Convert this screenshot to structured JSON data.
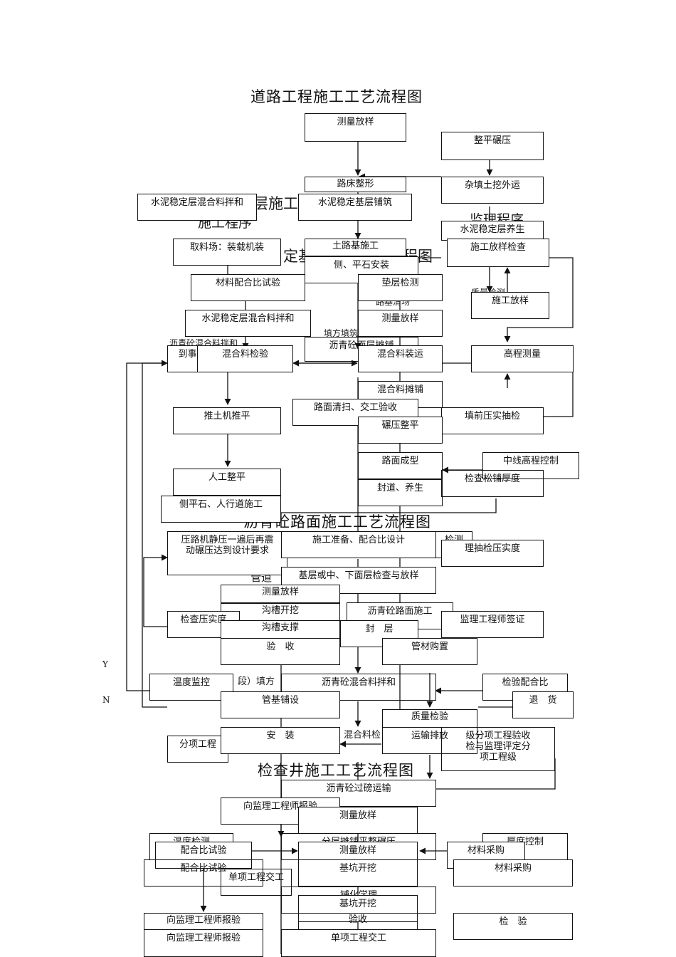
{
  "titles": {
    "road": "道路工程施工工艺流程图",
    "asphalt": "沥青砼路面施工工艺流程图",
    "well": "检查井施工工艺流程图"
  },
  "ghost_text": [
    "层施工工艺流程图",
    "施工程序",
    "监理程序",
    "定基层施工工艺流程图",
    "沥青砼混合料拌和",
    "质量检测",
    "路基清场",
    "填方填筑",
    "管道",
    "段）填方",
    "混合料检"
  ],
  "side_labels": {
    "yes": "Y",
    "no": "N"
  },
  "boxes": {
    "b1": "测量放样",
    "b2": "整平碾压",
    "b3": "路床整形",
    "b4": "杂填土挖外运",
    "b5": "水泥稳定层混合料拌和",
    "b6": "水泥稳定基层铺筑",
    "b7": "水泥稳定层养生",
    "b8": "取料场：装载机装",
    "b9": "土路基施工",
    "b10": "施工放样检查",
    "b11": "侧、平石安装",
    "b12": "材料配合比试验",
    "b13": "垫层检测",
    "b14": "施工放样",
    "b15": "水泥稳定层混合料拌和",
    "b16": "测量放样",
    "b17": "沥青砼面层摊铺",
    "b18": "到事",
    "b19": "混合料检验",
    "b20": "混合料装运",
    "b21": "高程测量",
    "b22": "混合料摊铺",
    "b23": "推土机推平",
    "b24": "路面清扫、交工验收",
    "b25": "填前压实抽检",
    "b26": "碾压整平",
    "b27": "路面成型",
    "b28": "中线高程控制",
    "b29": "封道、养生",
    "b30": "检查松铺厚度",
    "b31": "人工整平",
    "b32": "侧平石、人行道施工",
    "b33": "压路机静压一遍后再震\n动碾压达到设计要求",
    "b34": "施工准备、配合比设计",
    "b35": "检测",
    "b36": "理抽检压实度",
    "b37": "基层或中、下面层检查与放样",
    "b38": "测量放样",
    "b39": "沟槽开挖",
    "b40": "沥青砼路面施工",
    "b41": "检查压实度",
    "b42": "沟槽支撑",
    "b43": "封　层",
    "b44": "监理工程师签证",
    "b45": "验　收",
    "b46": "管材购置",
    "b47": "温度监控",
    "b48": "沥青砼混合料拌和",
    "b49": "检验配合比",
    "b50": "管基铺设",
    "b51": "退　货",
    "b52": "质量检验",
    "b53": "分项工程",
    "b54": "安　装",
    "b55": "运输排放",
    "b56": "级分项工程验收\n检与监理评定分\n项工程级",
    "b57": "沥青砼过磅运输",
    "b58": "向监理工程师报验",
    "b59": "测量放样",
    "b60": "温度检测",
    "b61": "分层摊铺平整碾压",
    "b62": "厚度控制",
    "b63": "配合比试验",
    "b64": "测量放样",
    "b65": "材料采购",
    "b66": "配合比试验",
    "b67": "单项工程交工",
    "b68": "基坑开挖",
    "b69": "材料采购",
    "b70": "铺化学理",
    "b71": "基坑开挖",
    "b72": "向监理工程师报验",
    "b73": "验收",
    "b74": "检　验",
    "b75": "向监理工程师报验",
    "b76": "单项工程交工"
  }
}
